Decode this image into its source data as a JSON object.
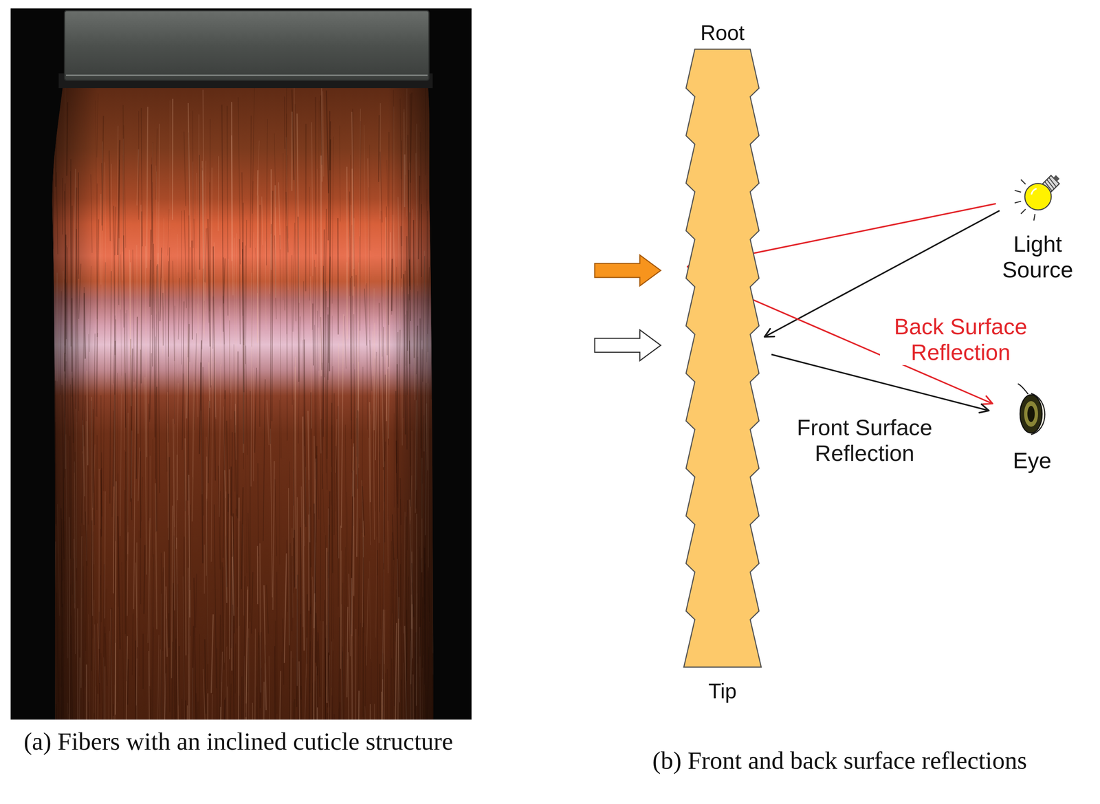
{
  "diagram": {
    "nodes": [
      {
        "text": [
          "Root",
          "Tip"
        ]
      },
      {
        "text": [
          "Light Source"
        ]
      },
      {
        "text": [
          "Eye"
        ]
      }
    ],
    "edges": [
      {
        "from": 1,
        "to": 0,
        "arrow": "to"
      },
      {
        "from": 1,
        "to": 0,
        "arrow": "to"
      },
      {
        "from": 0,
        "to": 2,
        "arrow": "to",
        "label": "Back Surface Reflection"
      },
      {
        "from": 0,
        "to": 2,
        "arrow": "to",
        "label": "Front Surface Reflection"
      }
    ],
    "labels": [
      "(a) Fibers with an inclined cuticle structure",
      "(b) Front and back surface reflections"
    ]
  }
}
